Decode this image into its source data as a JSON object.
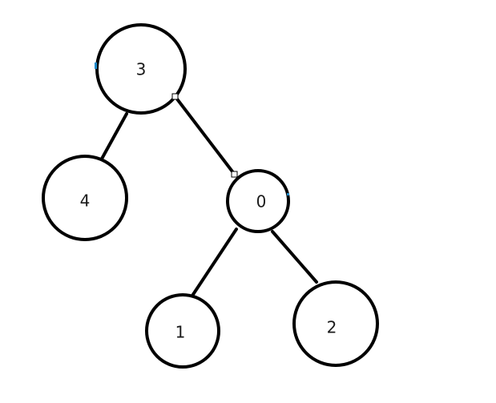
{
  "tree": {
    "nodes": [
      {
        "id": "n3",
        "label": "3"
      },
      {
        "id": "n4",
        "label": "4"
      },
      {
        "id": "n0",
        "label": "0"
      },
      {
        "id": "n1",
        "label": "1"
      },
      {
        "id": "n2",
        "label": "2"
      }
    ],
    "edges": [
      {
        "from": "n3",
        "to": "n4"
      },
      {
        "from": "n3",
        "to": "n0"
      },
      {
        "from": "n0",
        "to": "n1"
      },
      {
        "from": "n0",
        "to": "n2"
      }
    ],
    "colors": {
      "stroke": "#000000",
      "fill": "#ffffff",
      "text": "#1a1a1a",
      "accent": "#1e88c8"
    }
  }
}
